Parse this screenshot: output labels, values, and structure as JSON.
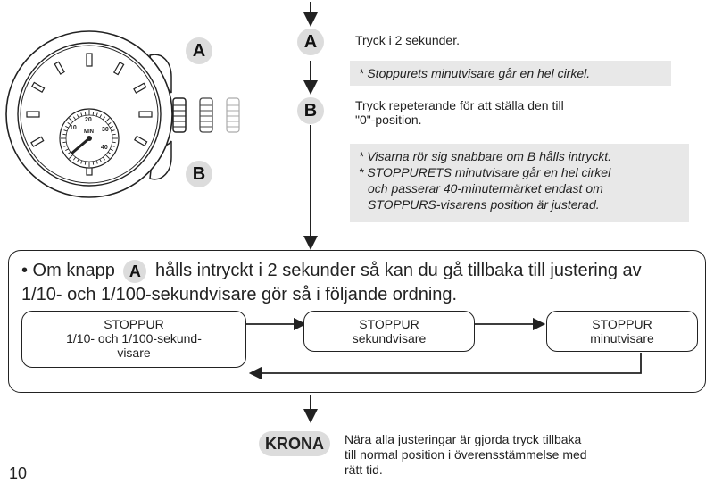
{
  "step_a": {
    "button": "A",
    "instruction": "Tryck i 2 sekunder.",
    "note": "* Stoppurets minutvisare går en hel cirkel."
  },
  "step_b": {
    "button": "B",
    "instruction_line1": "Tryck repeterande för att ställa den till",
    "instruction_line2": "\"0\"-position.",
    "note_line1": "* Visarna rör sig snabbare om B hålls intryckt.",
    "note_line2": "* STOPPURETS minutvisare går en hel cirkel",
    "note_line3": "och passerar 40-minutermärket endast om",
    "note_line4": "STOPPURS-visarens position är justerad."
  },
  "watch": {
    "button_a": "A",
    "button_b": "B",
    "dial_min_label": "MIN",
    "dial_numbers": [
      "10",
      "20",
      "30",
      "40"
    ]
  },
  "return_box": {
    "bullet_prefix": "• Om knapp",
    "button": "A",
    "line1_rest": "hålls intryckt i 2 sekunder så kan du gå tillbaka till justering av",
    "line2": "1/10- och 1/100-sekundvisare gör så i följande ordning.",
    "flow": [
      {
        "line1": "STOPPUR",
        "line2": "1/10- och 1/100-sekund-",
        "line3": "visare"
      },
      {
        "line1": "STOPPUR",
        "line2": "sekundvisare"
      },
      {
        "line1": "STOPPUR",
        "line2": "minutvisare"
      }
    ]
  },
  "crown": {
    "label": "KRONA",
    "line1": "Nära alla justeringar är gjorda tryck tillbaka",
    "line2": "till normal position i överensstämmelse med",
    "line3": "rätt tid."
  },
  "page_number": "10"
}
